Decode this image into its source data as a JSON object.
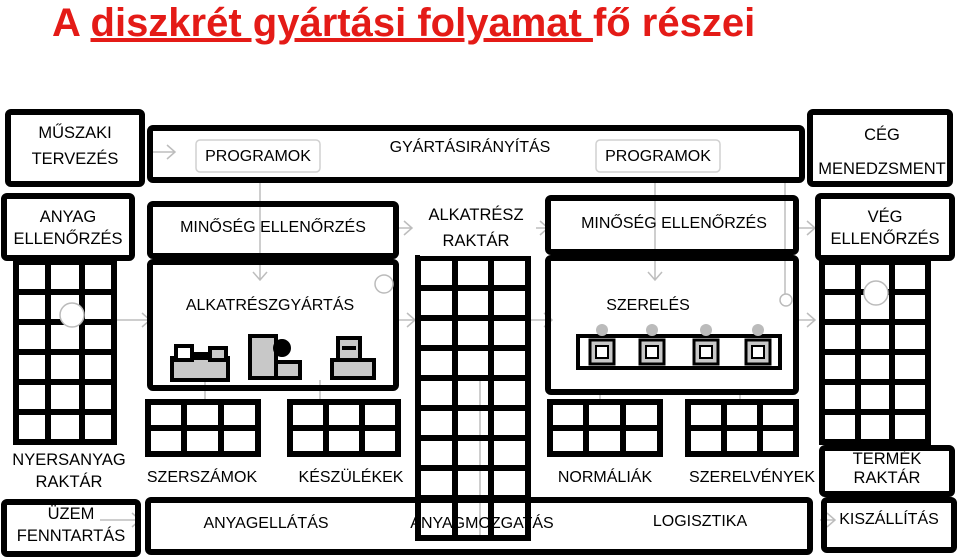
{
  "title": {
    "prefix": "A ",
    "underlined": "diszkrét gyártási folyamat ",
    "suffix": "fő részei",
    "color": "#e41b17"
  },
  "top_row": {
    "muszaki": [
      "MŰSZAKI",
      "TERVEZÉS"
    ],
    "programok_left": "PROGRAMOK",
    "gyartasiranyitas": "GYÁRTÁSIRÁNYÍTÁS",
    "programok_right": "PROGRAMOK",
    "ceg": [
      "CÉG",
      "MENEDZSMENT"
    ]
  },
  "second_row": {
    "anyag": [
      "ANYAG",
      "ELLENŐRZÉS"
    ],
    "minoseg_left": "MINŐSÉG ELLENŐRZÉS",
    "alkatresz_raktar": [
      "ALKATRÉSZ",
      "RAKTÁR"
    ],
    "minoseg_right": "MINŐSÉG ELLENŐRZÉS",
    "veg": [
      "VÉG",
      "ELLENŐRZÉS"
    ]
  },
  "middle": {
    "alkatreszgyartas": "ALKATRÉSZGYÁRTÁS",
    "szereles": "SZERELÉS"
  },
  "bottom": {
    "nyersanyag": [
      "NYERSANYAG",
      "RAKTÁR"
    ],
    "szerszamok": "SZERSZÁMOK",
    "keszulekek": "KÉSZÜLÉKEK",
    "normaliak": "NORMÁLIÁK",
    "szerelvenyek": "SZERELVÉNYEK",
    "termek": [
      "TERMÉK",
      "RAKTÁR"
    ],
    "uzem": [
      "ÜZEM",
      "FENNTARTÁS"
    ],
    "anyagellatas": "ANYAGELLÁTÁS",
    "anyagmozgatas": "ANYAGMOZGATÁS",
    "logisztika": "LOGISZTIKA",
    "kiszallitas": "KISZÁLLÍTÁS"
  }
}
